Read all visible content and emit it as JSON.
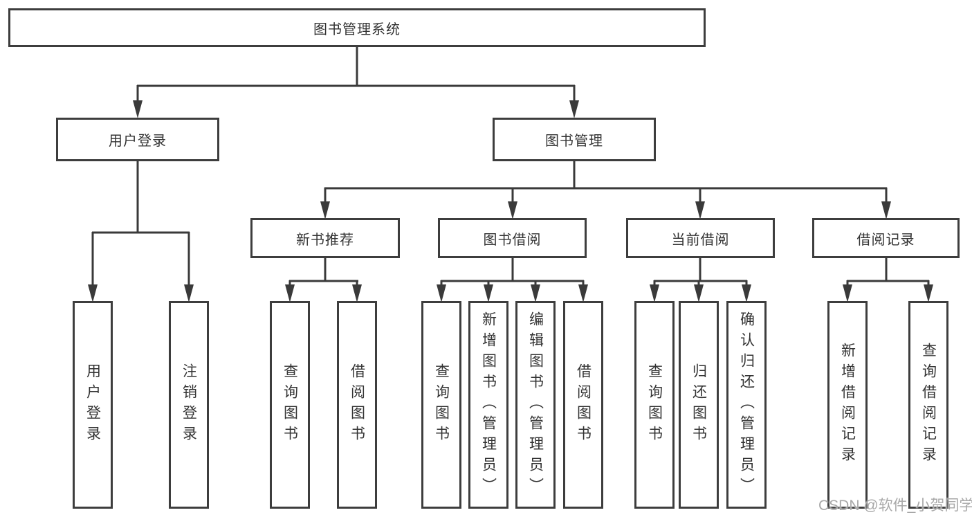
{
  "diagram_type": "hierarchy-tree",
  "colors": {
    "line": "#3a3a3a",
    "box_border": "#3d3d3d",
    "text": "#333333",
    "background": "#ffffff",
    "watermark": "#a8a8a8"
  },
  "nodes": {
    "root": {
      "label": "图书管理系统"
    },
    "user_login": {
      "label": "用户登录"
    },
    "book_mgmt": {
      "label": "图书管理"
    },
    "new_book_rec": {
      "label": "新书推荐"
    },
    "book_borrow": {
      "label": "图书借阅"
    },
    "current_borrow": {
      "label": "当前借阅"
    },
    "borrow_records": {
      "label": "借阅记录"
    },
    "leaf_user_login": {
      "label": "用户登录"
    },
    "leaf_logout": {
      "label": "注销登录"
    },
    "leaf_rec_query": {
      "label": "查询图书"
    },
    "leaf_rec_borrow": {
      "label": "借阅图书"
    },
    "leaf_bb_query": {
      "label": "查询图书"
    },
    "leaf_bb_add": {
      "label": "新增图书（管理员）"
    },
    "leaf_bb_edit": {
      "label": "编辑图书（管理员）"
    },
    "leaf_bb_borrow": {
      "label": "借阅图书"
    },
    "leaf_cb_query": {
      "label": "查询图书"
    },
    "leaf_cb_return": {
      "label": "归还图书"
    },
    "leaf_cb_confirm": {
      "label": "确认归还（管理员）"
    },
    "leaf_br_add": {
      "label": "新增借阅记录"
    },
    "leaf_br_query": {
      "label": "查询借阅记录"
    }
  },
  "hierarchy": {
    "图书管理系统": {
      "用户登录": [
        "用户登录",
        "注销登录"
      ],
      "图书管理": {
        "新书推荐": [
          "查询图书",
          "借阅图书"
        ],
        "图书借阅": [
          "查询图书",
          "新增图书（管理员）",
          "编辑图书（管理员）",
          "借阅图书"
        ],
        "当前借阅": [
          "查询图书",
          "归还图书",
          "确认归还（管理员）"
        ],
        "借阅记录": [
          "新增借阅记录",
          "查询借阅记录"
        ]
      }
    }
  },
  "watermark": {
    "text": "CSDN @软件_小贺同学"
  }
}
